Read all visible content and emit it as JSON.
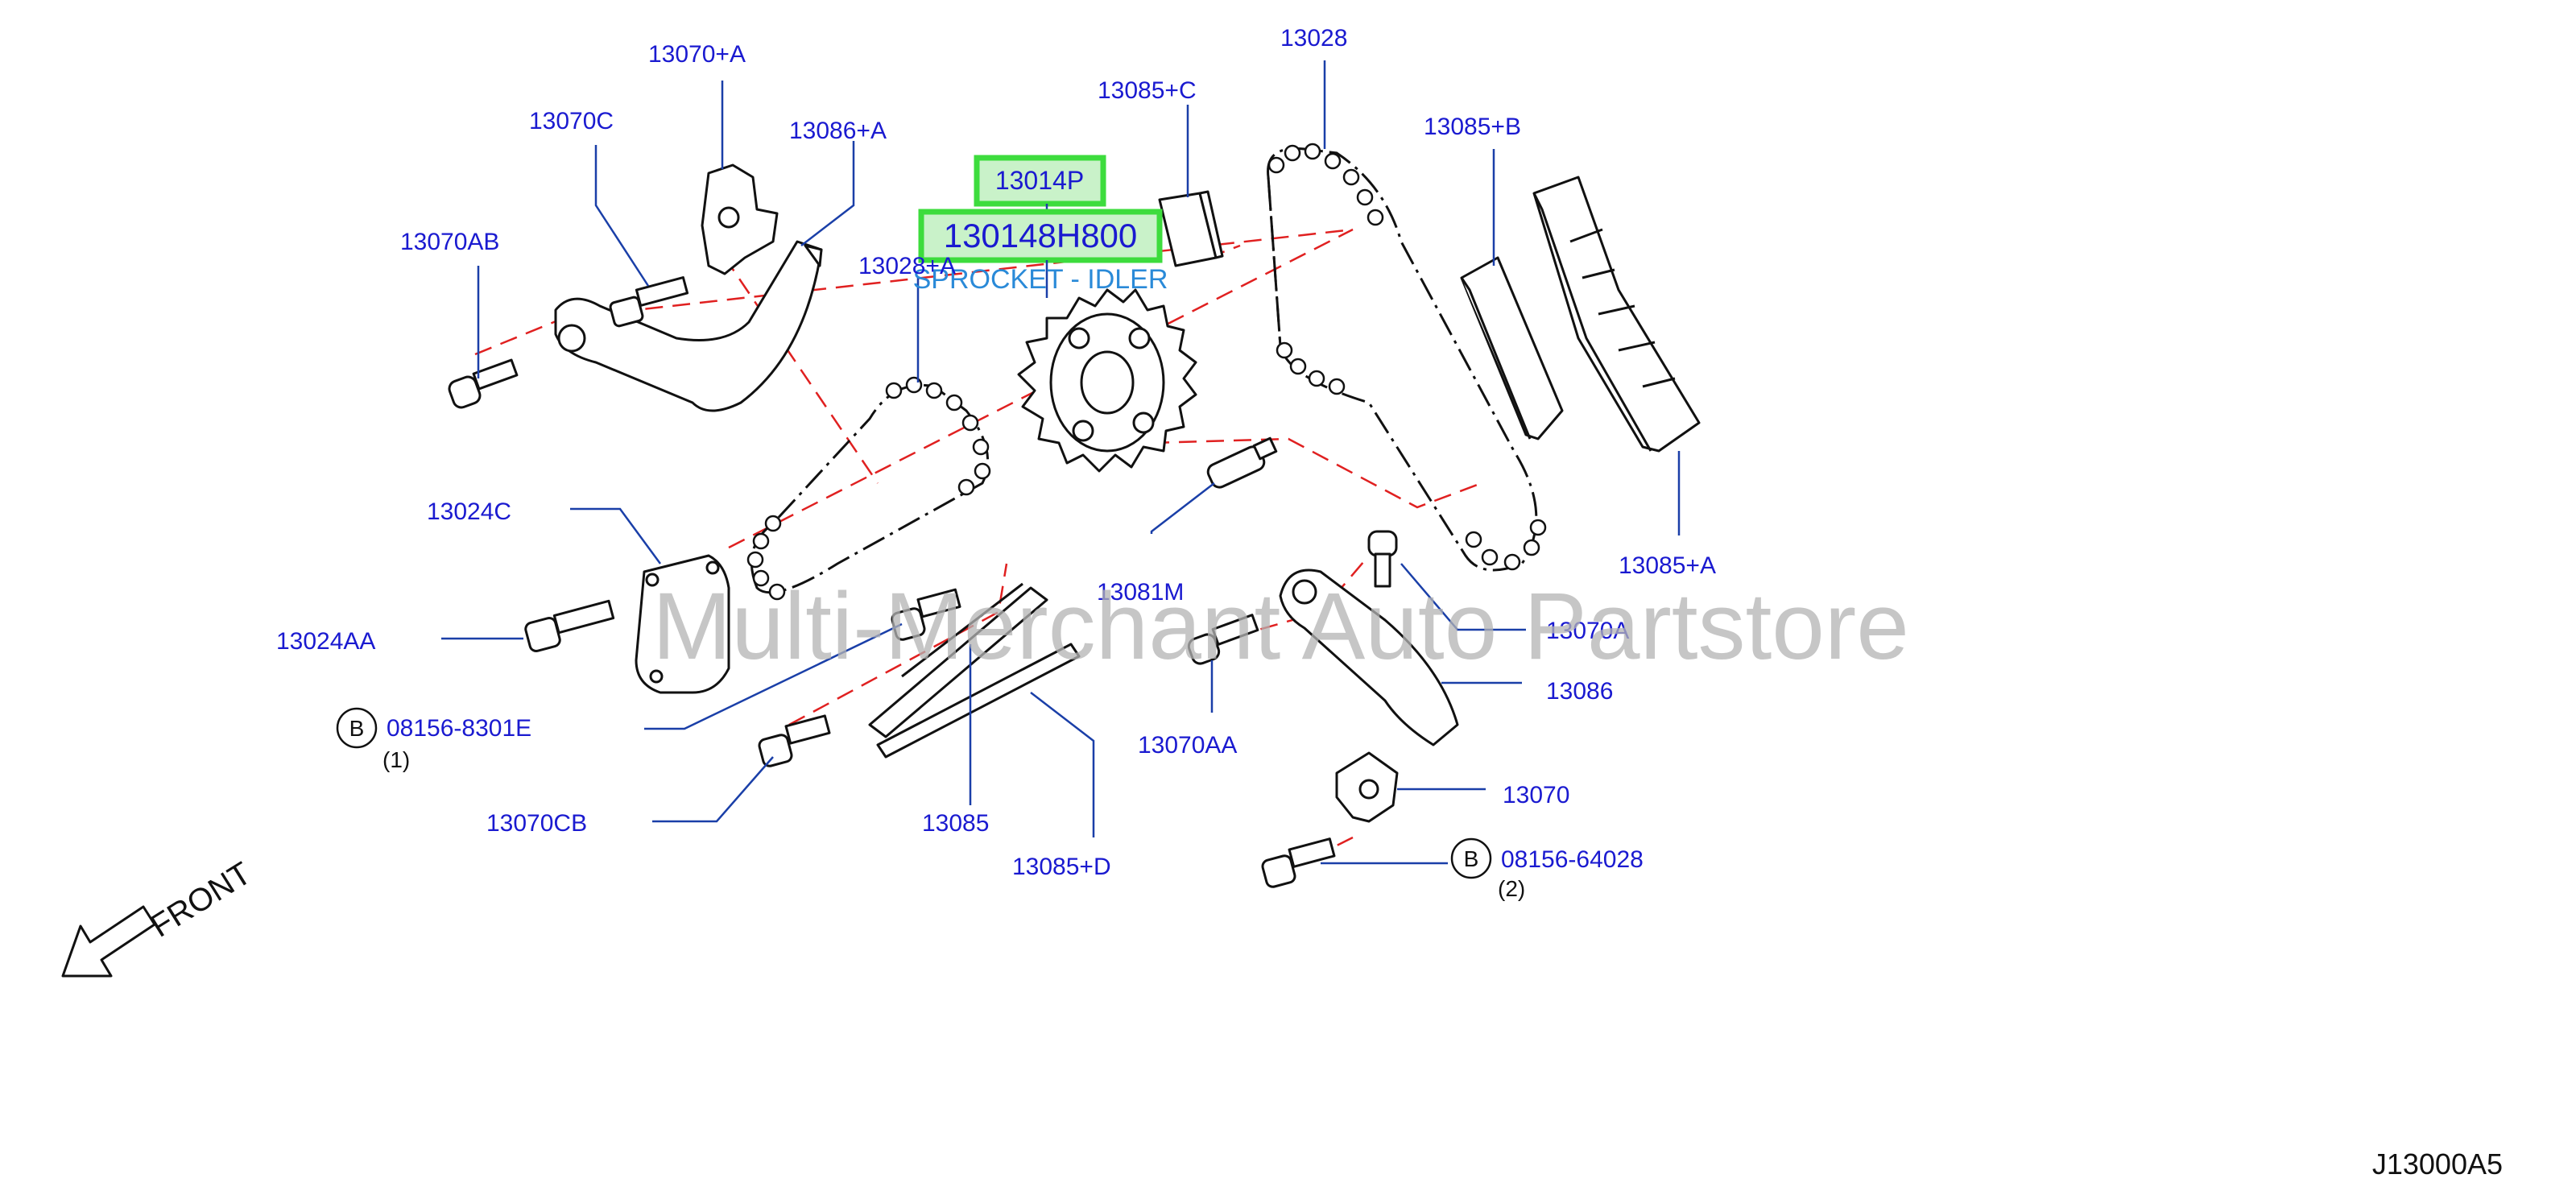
{
  "diagram_code": "J13000A5",
  "front_label": "FRONT",
  "watermark": "Multi-Merchant Auto Partstore",
  "highlight": {
    "ref": "13014P",
    "part_number": "130148H800",
    "description": "SPROCKET - IDLER"
  },
  "callouts": {
    "p13070_a_plus": "13070+A",
    "p13070c": "13070C",
    "p13086_plus_a": "13086+A",
    "p13070ab": "13070AB",
    "p13028_plus_a": "13028+A",
    "p13085_plus_c": "13085+C",
    "p13028": "13028",
    "p13085_plus_b": "13085+B",
    "p13085_plus_a": "13085+A",
    "p13024c": "13024C",
    "p13024aa": "13024AA",
    "p13081m": "13081M",
    "p13070a": "13070A",
    "p13086": "13086",
    "p13070aa": "13070AA",
    "p13070": "13070",
    "p13085": "13085",
    "p13085_plus_d": "13085+D",
    "p13070cb": "13070CB"
  },
  "bolts": {
    "bolt1": {
      "marker": "B",
      "number": "08156-8301E",
      "qty": "(1)"
    },
    "bolt2": {
      "marker": "B",
      "number": "08156-64028",
      "qty": "(2)"
    }
  },
  "colors": {
    "callout_text": "#1a1ad0",
    "highlight_border": "#3ddc3d",
    "highlight_fill": "#c9f2c9",
    "description_text": "#2a8ad8",
    "center_lines": "#e02020",
    "watermark": "#b4b4b4"
  }
}
